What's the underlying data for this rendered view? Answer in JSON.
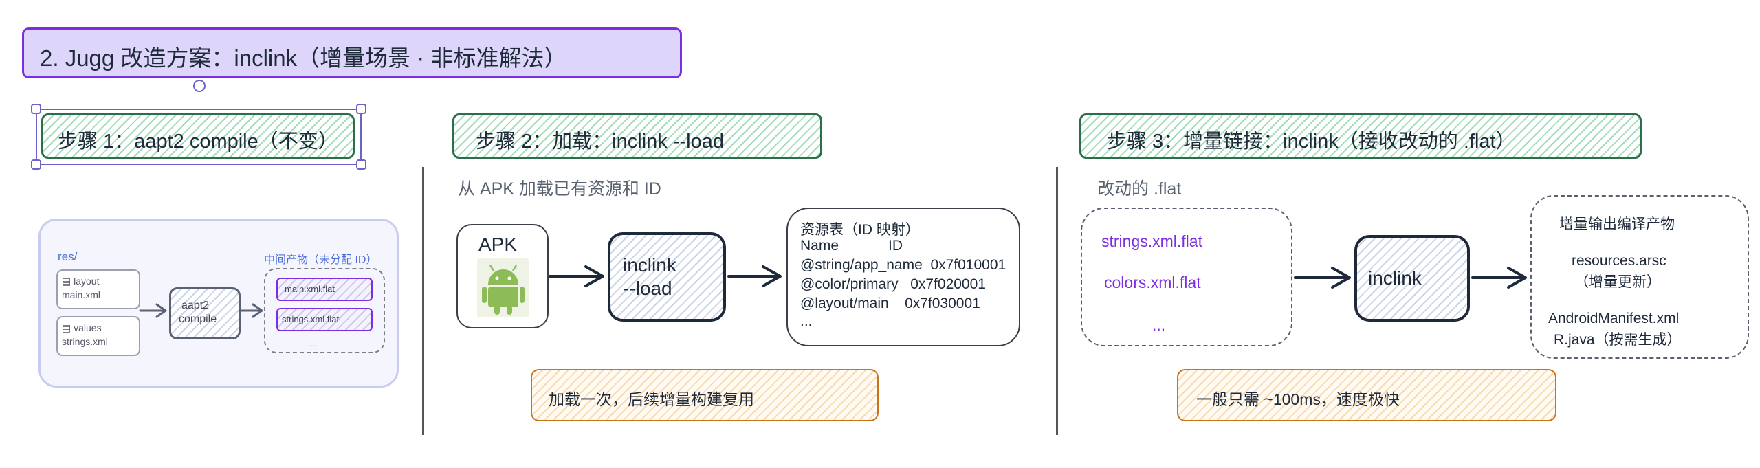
{
  "title": "2. Jugg 改造方案：inclink（增量场景 · 非标准解法）",
  "steps": {
    "step1": {
      "header": "步骤 1：aapt2 compile（不变）",
      "res_label": "res/",
      "layout_label": "layout",
      "layout_file": "main.xml",
      "values_label": "values",
      "values_file": "strings.xml",
      "compile_label_1": "aapt2",
      "compile_label_2": "compile",
      "intermediate_label": "中间产物（未分配 ID）",
      "flat_1": "main.xml.flat",
      "flat_2": "strings.xml.flat",
      "ellipsis": "..."
    },
    "step2": {
      "header": "步骤 2：加载：inclink --load",
      "subtitle": "从 APK 加载已有资源和 ID",
      "apk_label": "APK",
      "inclink_line1": "inclink",
      "inclink_line2": "--load",
      "table_title": "资源表（ID 映射）",
      "table_header_name": "Name",
      "table_header_id": "ID",
      "rows": [
        {
          "name": "@string/app_name",
          "id": "0x7f010001"
        },
        {
          "name": "@color/primary",
          "id": "0x7f020001"
        },
        {
          "name": "@layout/main",
          "id": "0x7f030001"
        }
      ],
      "table_ellipsis": "...",
      "note": "加载一次，后续增量构建复用"
    },
    "step3": {
      "header": "步骤 3：增量链接：inclink（接收改动的 .flat）",
      "subtitle": "改动的 .flat",
      "flat_1": "strings.xml.flat",
      "flat_2": "colors.xml.flat",
      "ellipsis": "...",
      "inclink_label": "inclink",
      "output_title": "增量输出编译产物",
      "output_1": "resources.arsc",
      "output_2": "（增量更新）",
      "output_3": "AndroidManifest.xml",
      "output_4": "R.java（按需生成）",
      "note": "一般只需 ~100ms，速度极快"
    }
  },
  "colors": {
    "title_bg": "#ddd6fa",
    "title_border": "#7b2fe0",
    "green_border": "#2b6e4a",
    "orange_border": "#c8741a",
    "dark_border": "#1e2a3a",
    "purple_text": "#7b2fe0"
  }
}
